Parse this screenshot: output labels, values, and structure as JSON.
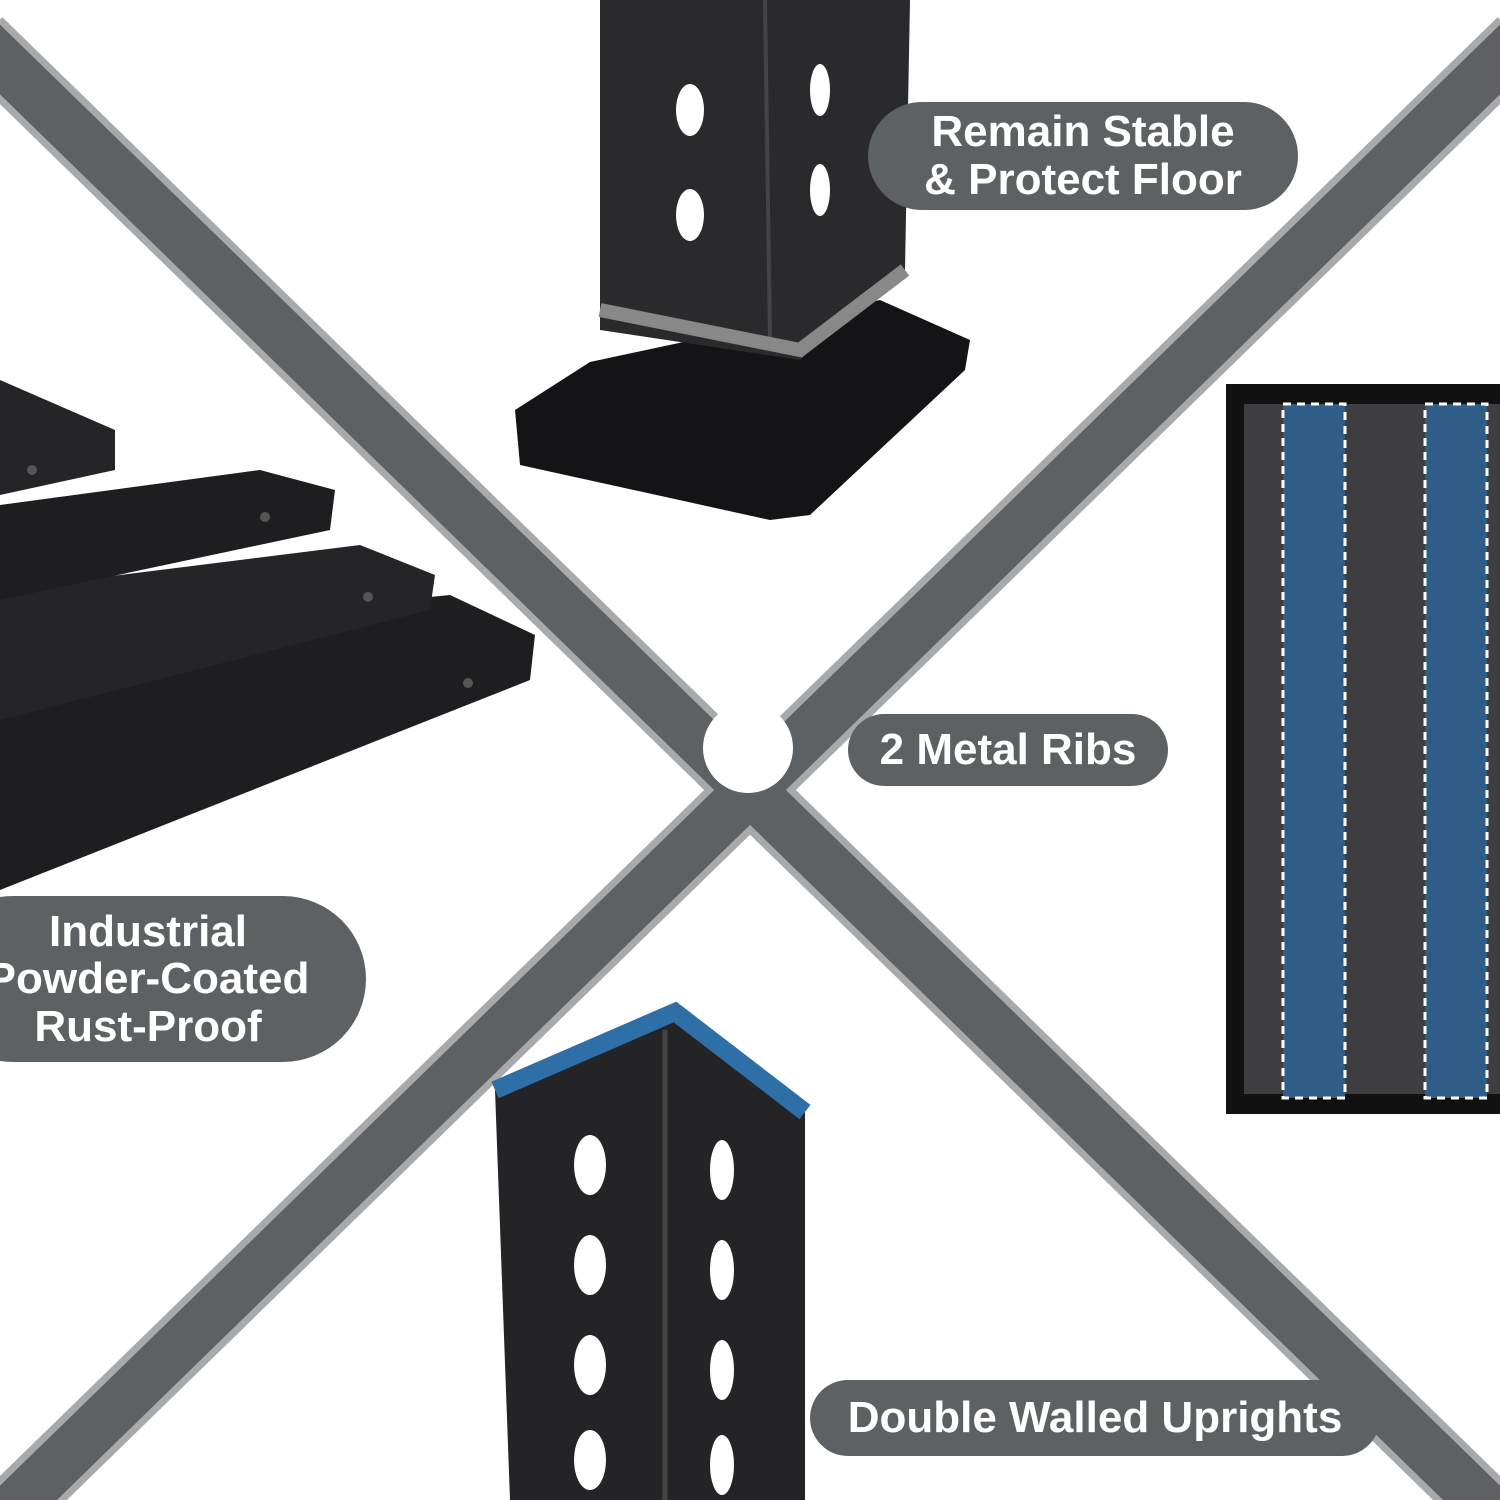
{
  "labels": {
    "stable": {
      "line1": "Remain Stable",
      "line2": "& Protect Floor"
    },
    "ribs": {
      "text": "2 Metal Ribs"
    },
    "coating": {
      "line1": "Industrial",
      "line2": "Powder-Coated",
      "line3": "Rust-Proof"
    },
    "uprights": {
      "text": "Double Walled Uprights"
    }
  },
  "colors": {
    "band": "#5e6164",
    "band_edge": "#a7a9ab",
    "pill": "#5e6164",
    "rib_blue": "#2f5d88",
    "product": "#1c1c1e"
  }
}
